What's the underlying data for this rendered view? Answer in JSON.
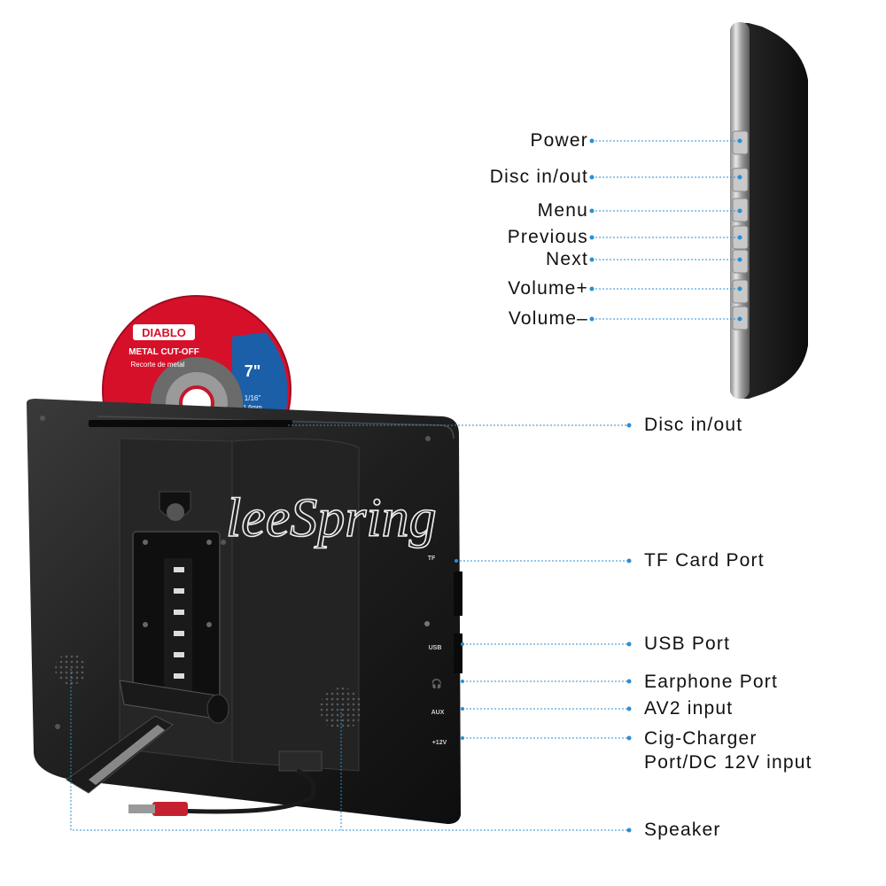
{
  "side_labels": {
    "power": "Power",
    "disc_in_out": "Disc in/out",
    "menu": "Menu",
    "previous": "Previous",
    "next": "Next",
    "volume_up": "Volume+",
    "volume_down": "Volume–"
  },
  "back_labels": {
    "disc_in_out": "Disc in/out",
    "tf_card_port": "TF Card Port",
    "usb_port": "USB Port",
    "earphone_port": "Earphone Port",
    "av2_input": "AV2 input",
    "cig_charger_line1": "Cig-Charger",
    "cig_charger_line2": "Port/DC 12V input",
    "speaker": "Speaker"
  },
  "port_marks": {
    "tf": "TF",
    "usb": "USB",
    "aux": "AUX",
    "dc": "+12V"
  },
  "watermark": "leeSpring",
  "disc": {
    "brand": "DIABLO",
    "product": "METAL CUT-OFF",
    "spanish": "Recorte de metal",
    "size": "7\"",
    "thickness": "1/16\"",
    "thickness_mm": "1.6mm"
  },
  "colors": {
    "leader": "#2a8fd6",
    "device_body": "#1c1c1c",
    "disc_red": "#d7102a"
  }
}
